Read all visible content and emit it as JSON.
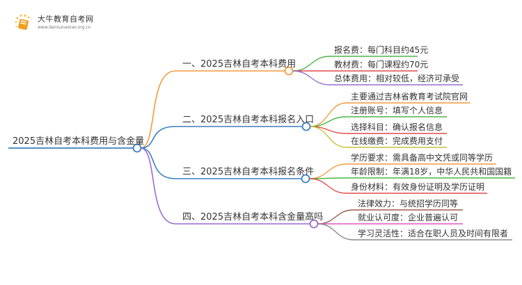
{
  "logo": {
    "icon": "book-sun-icon",
    "title": "大牛教育自考网",
    "url": "www.daniuzuexiao.org.cn"
  },
  "mindmap": {
    "root": {
      "label": "2025吉林自考本科费用与含金量",
      "color": "#3a7fc1"
    },
    "branches": [
      {
        "label": "一、2025吉林自考本科费用",
        "color": "#f39a3c",
        "children": [
          {
            "label": "报名费：每门科目约45元",
            "color": "#4bb543"
          },
          {
            "label": "教材费：每门课程约70元",
            "color": "#e24a4a"
          },
          {
            "label": "总体费用：相对较低，经济可承受",
            "color": "#9a6ad0"
          }
        ]
      },
      {
        "label": "二、2025吉林自考本科报名入口",
        "color": "#3a7fc1",
        "children": [
          {
            "label": "主要通过吉林省教育考试院官网",
            "color": "#f39a3c"
          },
          {
            "label": "注册账号：填写个人信息",
            "color": "#4bb543"
          },
          {
            "label": "选择科目：确认报名信息",
            "color": "#e24a4a"
          },
          {
            "label": "在线缴费：完成费用支付",
            "color": "#c7c23a"
          }
        ]
      },
      {
        "label": "三、2025吉林自考本科报名条件",
        "color": "#3a7fc1",
        "children": [
          {
            "label": "学历要求：需具备高中文凭或同等学历",
            "color": "#f39a3c"
          },
          {
            "label": "年龄限制：年满18岁，中华人民共和国国籍",
            "color": "#4bb543"
          },
          {
            "label": "身份材料：有效身份证明及学历证明",
            "color": "#e24a4a"
          }
        ]
      },
      {
        "label": "四、2025吉林自考本科含金量高吗",
        "color": "#9a6ad0",
        "children": [
          {
            "label": "法律效力：与统招学历同等",
            "color": "#9b5a4a"
          },
          {
            "label": "就业认可度：企业普遍认可",
            "color": "#e255c8"
          },
          {
            "label": "学习灵活性：适合在职人员及时间有限者",
            "color": "#8a8a8a"
          }
        ]
      }
    ]
  }
}
